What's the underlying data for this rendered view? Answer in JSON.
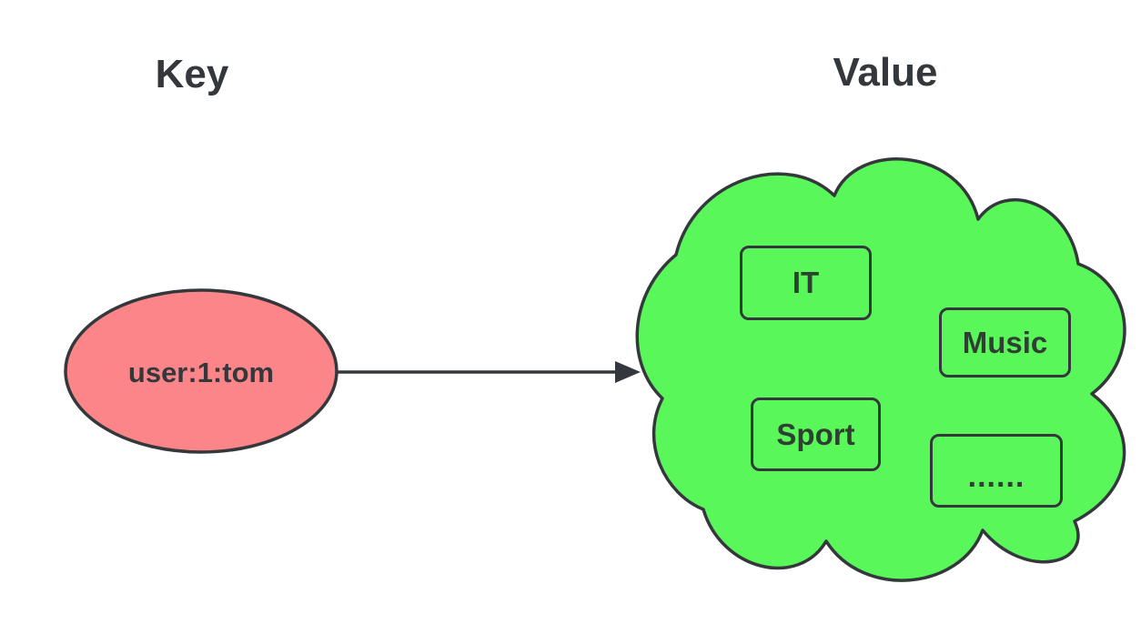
{
  "headings": {
    "key": "Key",
    "value": "Value"
  },
  "key_node": {
    "shape": "ellipse",
    "label": "user:1:tom"
  },
  "arrow": {
    "direction": "left-to-right",
    "from": "key_node",
    "to": "value_cloud"
  },
  "value_cloud": {
    "shape": "cloud",
    "items": [
      {
        "label": "IT"
      },
      {
        "label": "Music"
      },
      {
        "label": "Sport"
      },
      {
        "label": "......"
      }
    ]
  },
  "colors": {
    "key_fill": "#FB8588",
    "cloud_fill": "#5AF75A",
    "stroke": "#34383C",
    "text": "#34383C",
    "background": "#FFFFFF"
  }
}
